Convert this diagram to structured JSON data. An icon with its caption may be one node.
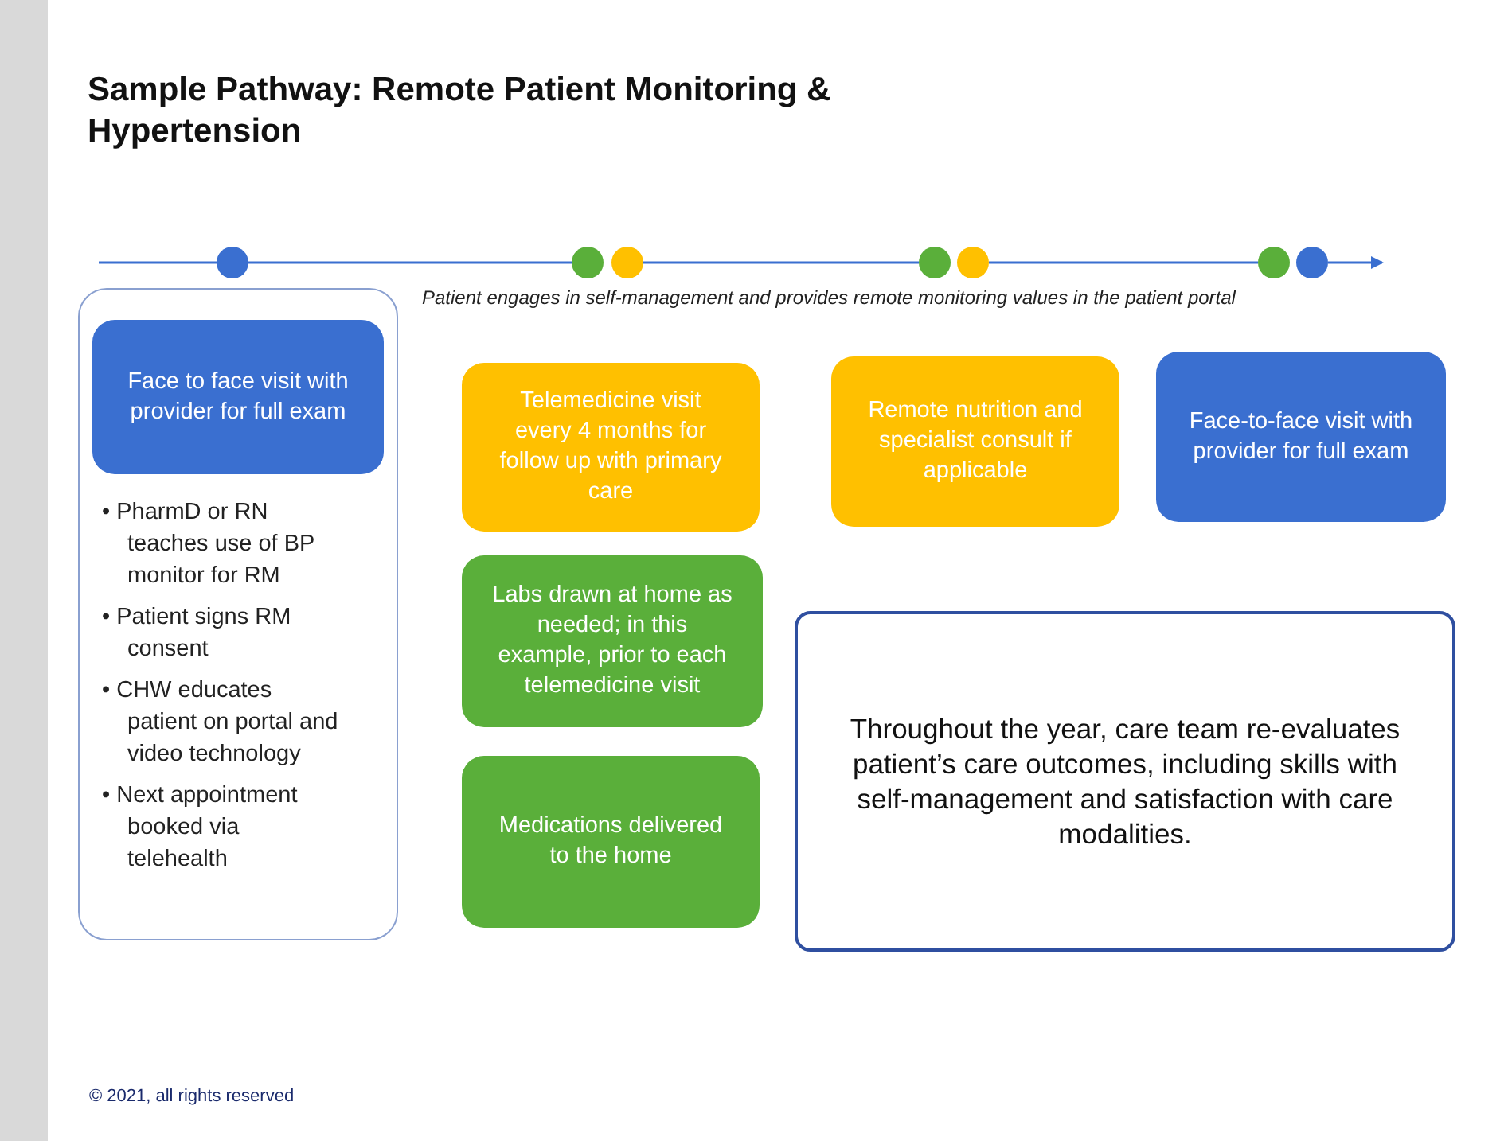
{
  "diagram": {
    "title": "Sample Pathway: Remote Patient Monitoring & Hypertension",
    "nodes": [
      {
        "text": [],
        "shape": "circle"
      },
      {
        "text": [],
        "shape": "circle"
      },
      {
        "text": [],
        "shape": "circle"
      },
      {
        "text": [],
        "shape": "circle"
      },
      {
        "text": [],
        "shape": "circle"
      },
      {
        "text": [],
        "shape": "circle"
      },
      {
        "text": [],
        "shape": "circle"
      },
      {
        "text": [
          "• PharmD or RN teaches use of BP monitor for RM",
          "• Patient signs RM consent",
          "• CHW educates patient on portal and video technology",
          "• Next appointment booked via telehealth"
        ]
      },
      {
        "text": [
          "Face to face visit with provider for full exam"
        ],
        "in": 7
      },
      {
        "text": [
          "Telemedicine visit every 4 months for follow up with primary care"
        ]
      },
      {
        "text": [
          "Remote nutrition and specialist consult if applicable"
        ]
      },
      {
        "text": [
          "Face-to-face visit with provider for full exam"
        ]
      },
      {
        "text": [
          "Labs drawn at home as needed; in this example, prior to each telemedicine visit"
        ]
      },
      {
        "text": [
          "Medications delivered to the home"
        ]
      },
      {
        "text": [
          "Throughout the year, care team re-evaluates patient’s care outcomes, including skills with self-management and satisfaction with care modalities."
        ]
      }
    ],
    "edges": [
      {
        "from": null,
        "to": 0,
        "arrow": "none"
      },
      {
        "from": 0,
        "to": 1,
        "arrow": "none"
      },
      {
        "from": 2,
        "to": 3,
        "arrow": "none"
      },
      {
        "from": 4,
        "to": 5,
        "arrow": "none"
      },
      {
        "from": 6,
        "to": null,
        "arrow": "to"
      }
    ],
    "labels": [
      "Patient engages in self-management and provides remote monitoring values in the patient portal",
      "© 2021, all rights reserved"
    ]
  }
}
